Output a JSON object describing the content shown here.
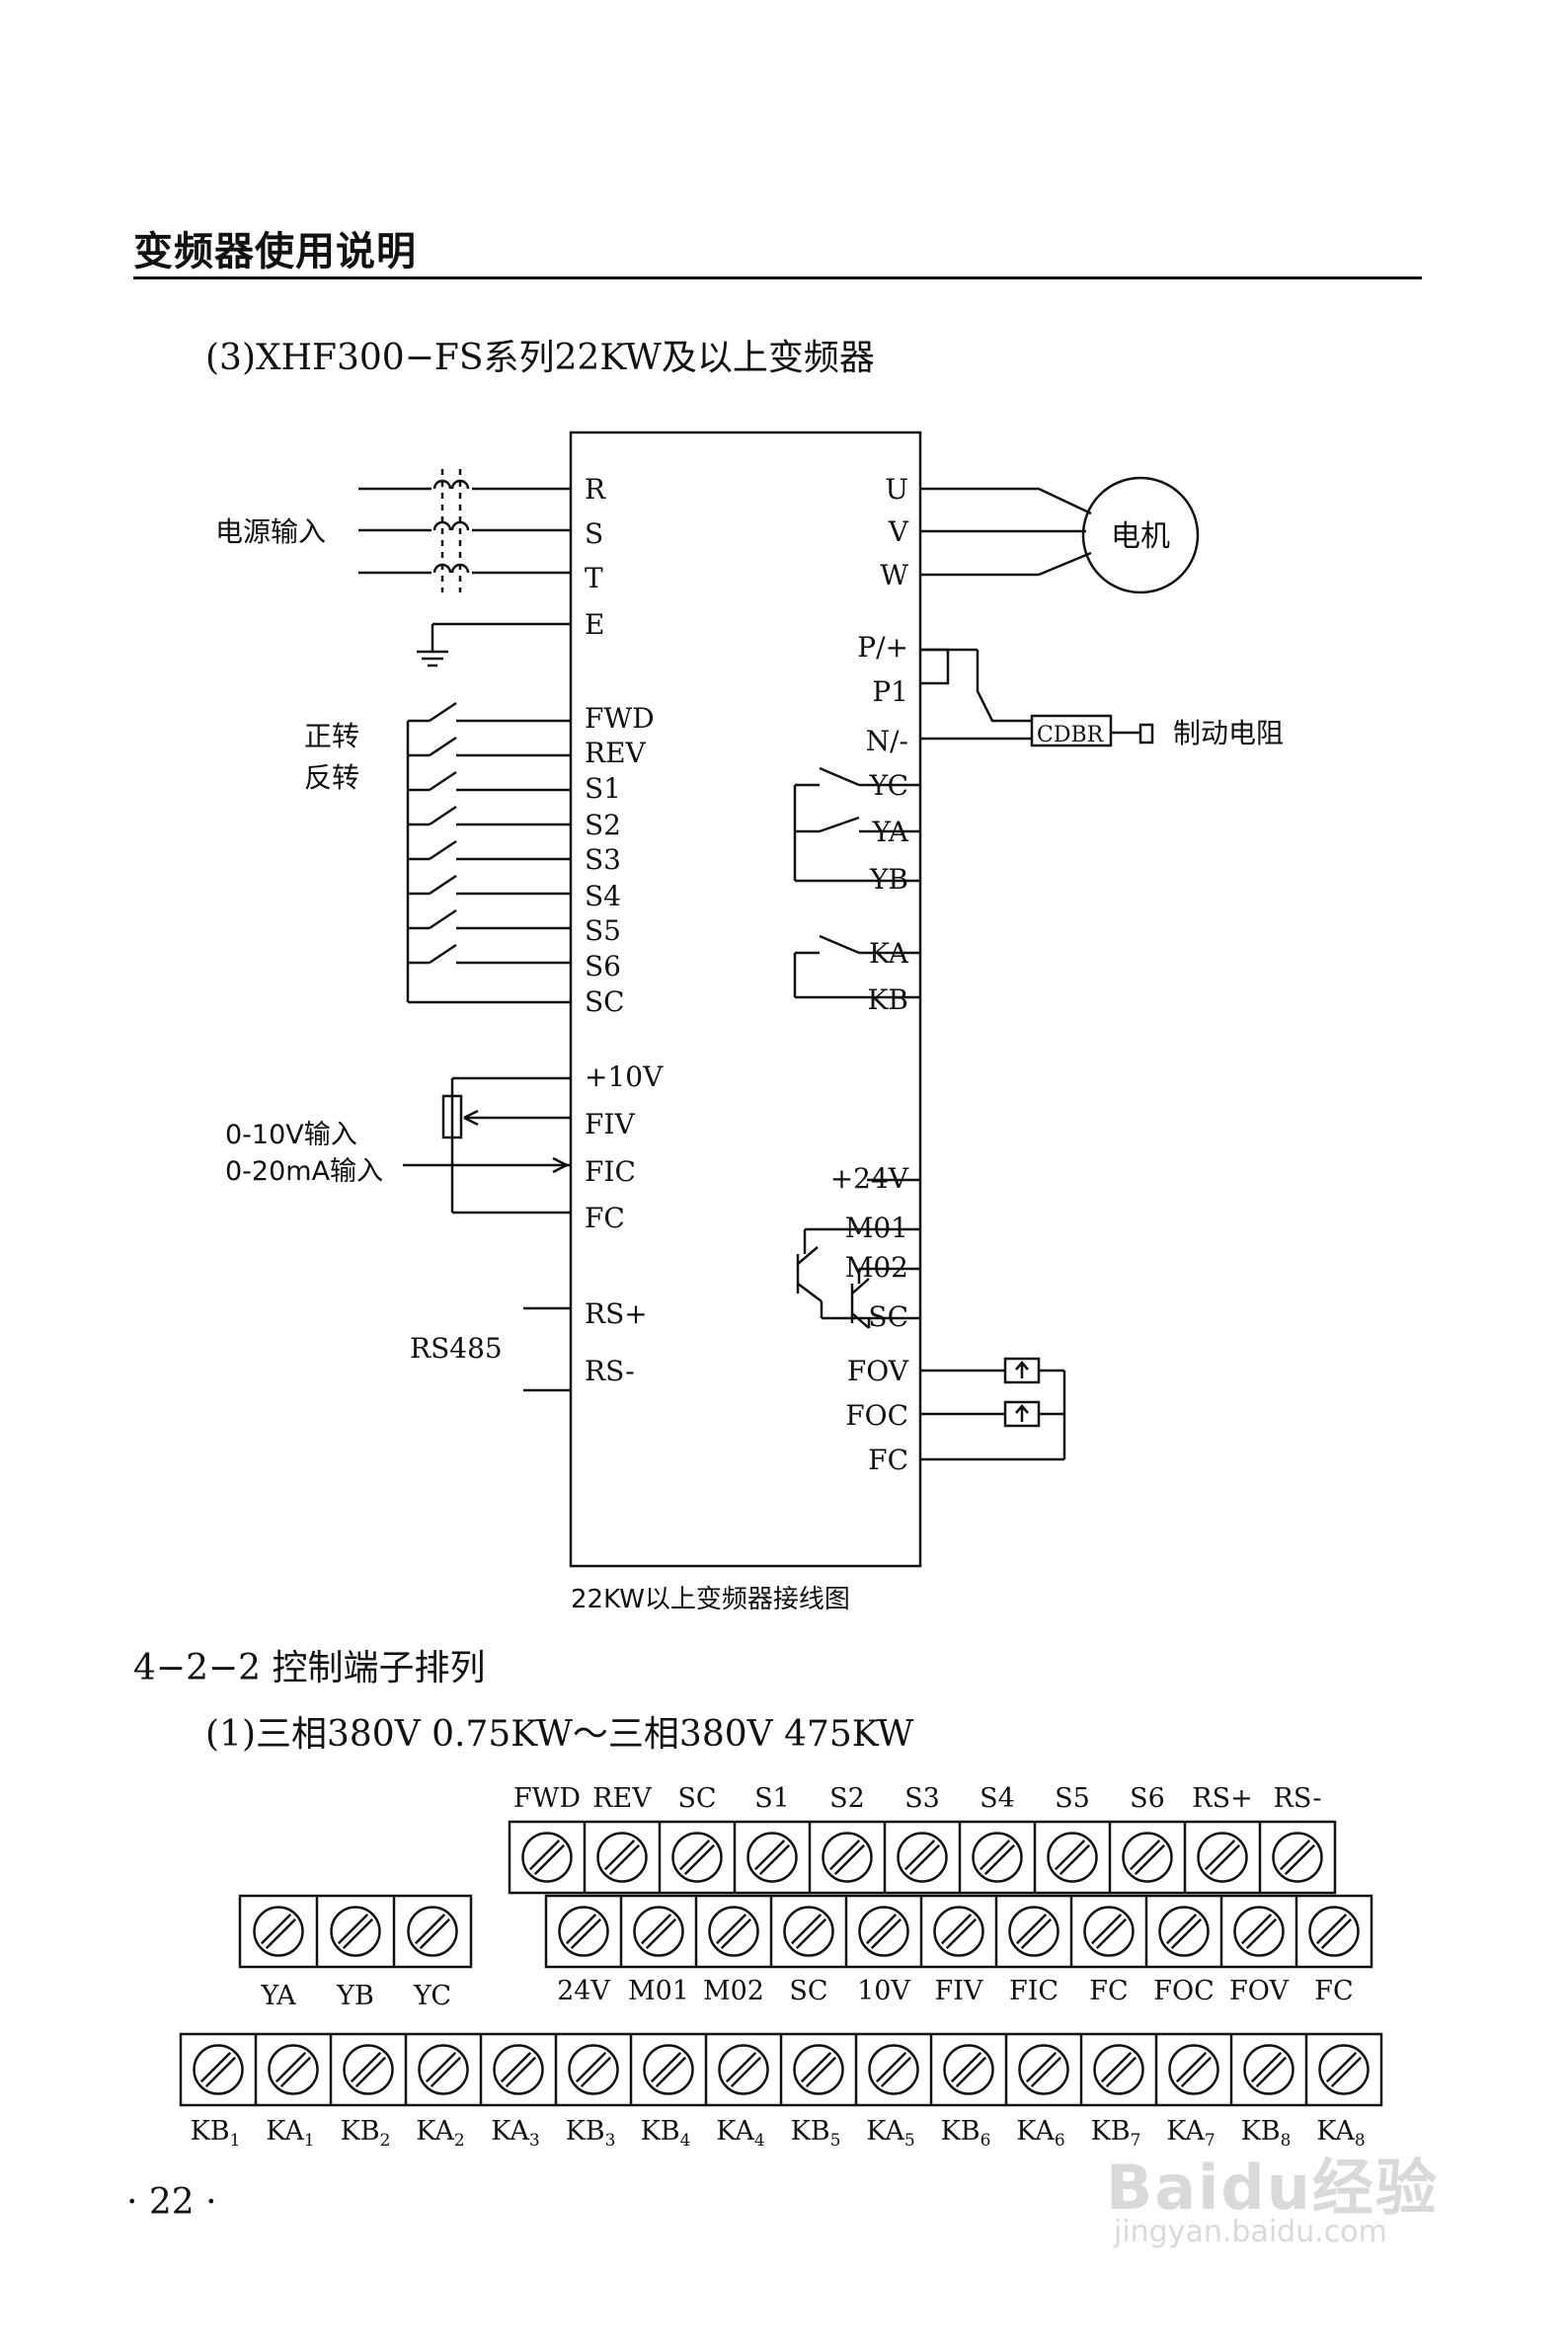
{
  "header": {
    "title": "变频器使用说明"
  },
  "section3": {
    "title": "(3)XHF300−FS系列22KW及以上变频器"
  },
  "wiring": {
    "caption": "22KW以上变频器接线图",
    "left_terminals": [
      "R",
      "S",
      "T",
      "E",
      "FWD",
      "REV",
      "S1",
      "S2",
      "S3",
      "S4",
      "S5",
      "S6",
      "SC",
      "+10V",
      "FIV",
      "FIC",
      "FC",
      "RS+",
      "RS-"
    ],
    "right_terminals": [
      "U",
      "V",
      "W",
      "P/+",
      "P1",
      "N/-",
      "YC",
      "YA",
      "YB",
      "KA",
      "KB",
      "+24V",
      "M01",
      "M02",
      "SC",
      "FOV",
      "FOC",
      "FC"
    ],
    "labels": {
      "power_input": "电源输入",
      "motor": "电机",
      "forward": "正转",
      "reverse": "反转",
      "brake_unit": "CDBR",
      "brake_resistor": "制动电阻",
      "voltage_input": "0-10V输入",
      "current_input": "0-20mA输入",
      "rs485": "RS485"
    }
  },
  "section422": {
    "title": "4−2−2  控制端子排列"
  },
  "section1": {
    "title": "(1)三相380V  0.75KW～三相380V  475KW"
  },
  "terminal_rows": {
    "upper_top": [
      "FWD",
      "REV",
      "SC",
      "S1",
      "S2",
      "S3",
      "S4",
      "S5",
      "S6",
      "RS+",
      "RS-"
    ],
    "upper_bottom": [
      "24V",
      "M01",
      "M02",
      "SC",
      "10V",
      "FIV",
      "FIC",
      "FC",
      "FOC",
      "FOV",
      "FC"
    ],
    "relay": [
      "YA",
      "YB",
      "YC"
    ],
    "bottom": [
      {
        "base": "KB",
        "sub": "1"
      },
      {
        "base": "KA",
        "sub": "1"
      },
      {
        "base": "KB",
        "sub": "2"
      },
      {
        "base": "KA",
        "sub": "2"
      },
      {
        "base": "KA",
        "sub": "3"
      },
      {
        "base": "KB",
        "sub": "3"
      },
      {
        "base": "KB",
        "sub": "4"
      },
      {
        "base": "KA",
        "sub": "4"
      },
      {
        "base": "KB",
        "sub": "5"
      },
      {
        "base": "KA",
        "sub": "5"
      },
      {
        "base": "KB",
        "sub": "6"
      },
      {
        "base": "KA",
        "sub": "6"
      },
      {
        "base": "KB",
        "sub": "7"
      },
      {
        "base": "KA",
        "sub": "7"
      },
      {
        "base": "KB",
        "sub": "8"
      },
      {
        "base": "KA",
        "sub": "8"
      }
    ]
  },
  "footer": {
    "page": "· 22 ·"
  },
  "watermark": {
    "logo": "Baidu经验",
    "url": "jingyan.baidu.com"
  }
}
